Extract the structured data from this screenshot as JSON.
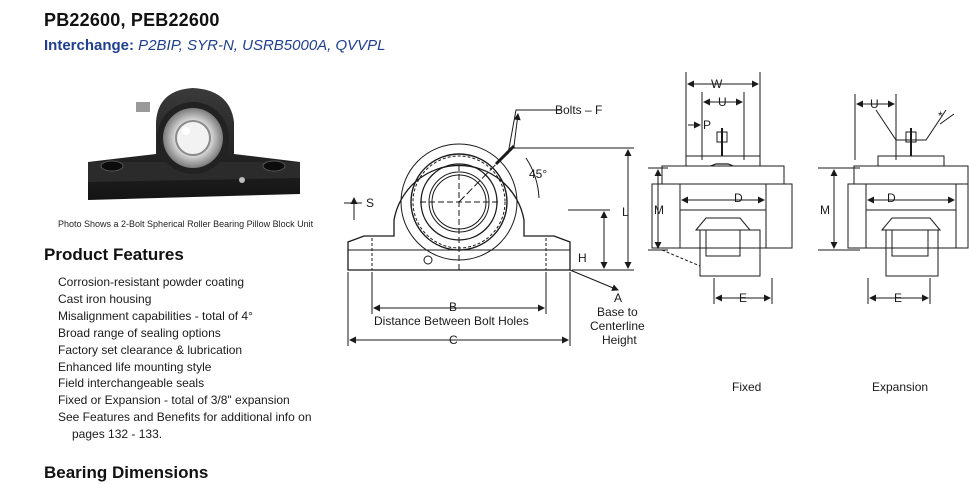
{
  "title": "PB22600, PEB22600",
  "interchange": {
    "label": "Interchange:",
    "value": " P2BIP, SYR-N, USRB5000A, QVVPL"
  },
  "photo_caption": "Photo Shows a 2-Bolt Spherical Roller Bearing Pillow Block Unit",
  "features_heading": "Product Features",
  "features": [
    "Corrosion-resistant powder coating",
    "Cast iron housing",
    "Misalignment capabilities - total of 4°",
    "Broad range of sealing options",
    "Factory set clearance & lubrication",
    "Enhanced life mounting style",
    "Field interchangeable seals",
    "Fixed or Expansion - total of 3/8\" expansion",
    "See Features and Benefits for additional info on",
    "pages 132 - 133."
  ],
  "dimensions_heading": "Bearing Dimensions",
  "drawing_labels": {
    "bolts": "Bolts – F",
    "angle": "45°",
    "S": "S",
    "L": "L",
    "H": "H",
    "B": "B",
    "C": "C",
    "A": "A",
    "B_desc": "Distance Between Bolt Holes",
    "A_desc_1": "Base to",
    "A_desc_2": "Centerline",
    "A_desc_3": "Height",
    "W": "W",
    "U": "U",
    "P": "P",
    "M": "M",
    "D": "D",
    "E": "E",
    "star": "*",
    "fixed": "Fixed",
    "expansion": "Expansion"
  }
}
